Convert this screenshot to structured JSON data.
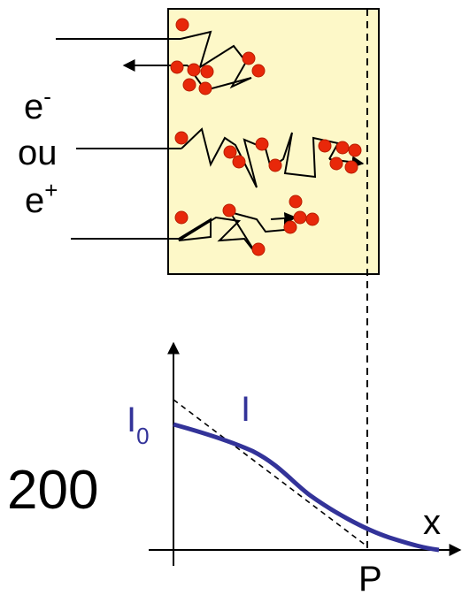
{
  "particle_labels": {
    "electron": "e",
    "electron_sup": "-",
    "or": "ou",
    "positron": "e",
    "positron_sup": "+"
  },
  "graph": {
    "i0_main": "I",
    "i0_sub": "0",
    "curve_label": "I",
    "x_axis_label": "x",
    "p_label": "P"
  },
  "left_number": "200",
  "colors": {
    "slab_fill": "#fdf8c8",
    "atom": "#e8280a",
    "curve": "#333399",
    "ink": "#000000"
  }
}
